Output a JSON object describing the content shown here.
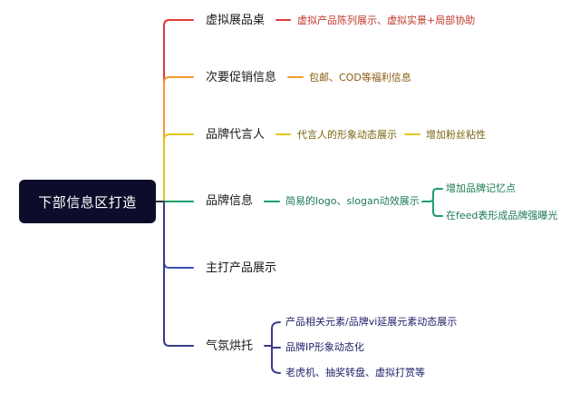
{
  "root": {
    "label": "下部信息区打造"
  },
  "branches": [
    {
      "label": "虚拟展品桌",
      "color": "#e03b3b",
      "leaves": [
        {
          "label": "虚拟产品陈列展示、虚拟实景+局部协助"
        }
      ]
    },
    {
      "label": "次要促销信息",
      "color": "#f39a35",
      "leaves": [
        {
          "label": "包邮、COD等福利信息"
        }
      ]
    },
    {
      "label": "品牌代言人",
      "color": "#e6c41a",
      "leaves": [
        {
          "label": "代言人的形象动态展示"
        },
        {
          "label": "增加粉丝粘性"
        }
      ]
    },
    {
      "label": "品牌信息",
      "color": "#1a9d6e",
      "leaves": [
        {
          "label": "简易的logo、slogan动效展示"
        },
        {
          "label": "增加品牌记忆点"
        },
        {
          "label": "在feed表形成品牌强曝光"
        }
      ]
    },
    {
      "label": "主打产品展示",
      "color": "#3a4fb5",
      "leaves": []
    },
    {
      "label": "气氛烘托",
      "color": "#3a3a8c",
      "leaves": [
        {
          "label": "产品相关元素/品牌vi延展元素动态展示"
        },
        {
          "label": "品牌IP形象动态化"
        },
        {
          "label": "老虎机、抽奖转盘、虚拟打赏等"
        }
      ]
    }
  ]
}
